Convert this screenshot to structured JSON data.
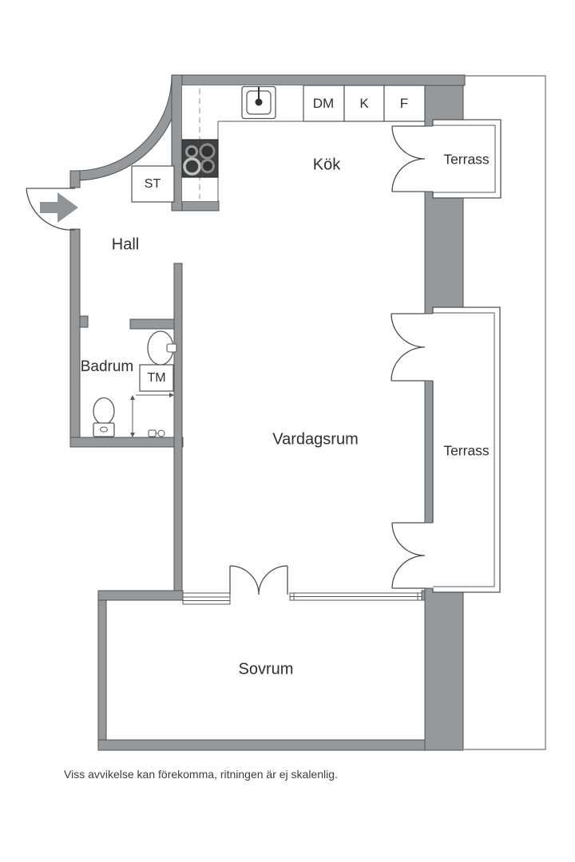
{
  "rooms": {
    "kitchen": {
      "label": "Kök"
    },
    "hall": {
      "label": "Hall"
    },
    "bathroom": {
      "label": "Badrum"
    },
    "living_room": {
      "label": "Vardagsrum"
    },
    "bedroom": {
      "label": "Sovrum"
    },
    "terrace_top": {
      "label": "Terrass"
    },
    "terrace_right": {
      "label": "Terrass"
    }
  },
  "appliances": {
    "dishwasher": {
      "label": "DM"
    },
    "fridge": {
      "label": "K"
    },
    "freezer": {
      "label": "F"
    },
    "closet": {
      "label": "ST"
    },
    "washing_machine": {
      "label": "TM"
    }
  },
  "footer": {
    "disclaimer": "Viss avvikelse kan förekomma, ritningen är ej skalenlig."
  },
  "colors": {
    "background": "#ffffff",
    "wall_fill": "#95999c",
    "wall_outline": "#4e5154",
    "fixture_outline": "#55585b",
    "stove_fill": "#3f4143",
    "text": "#2d2f31"
  }
}
